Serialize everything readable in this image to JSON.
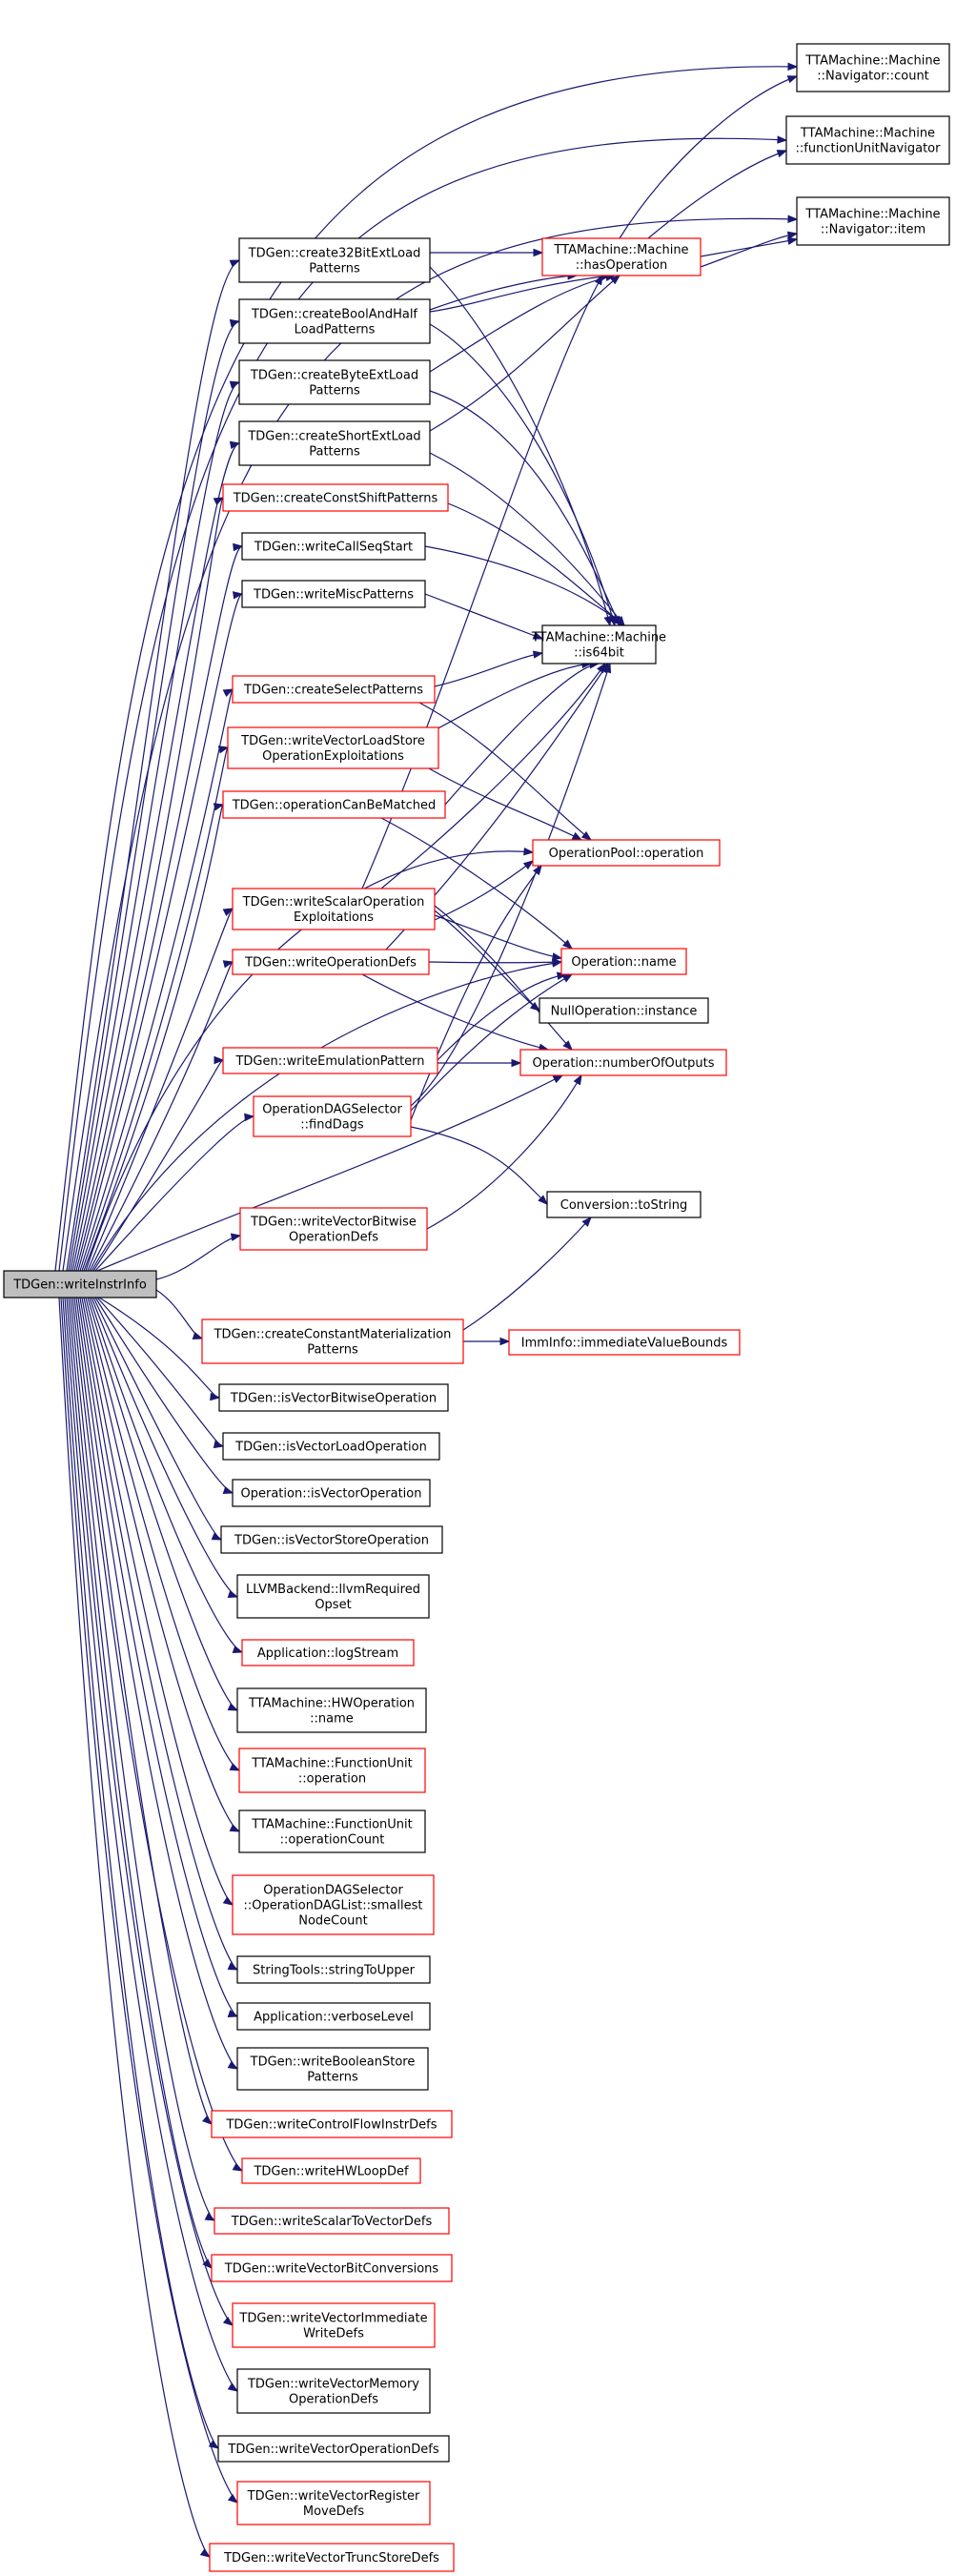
{
  "graph": {
    "edge_color": "#191970",
    "nodes": [
      {
        "id": "root",
        "lines": [
          "TDGen::writeInstrInfo"
        ],
        "style": "root",
        "interactable": false
      },
      {
        "id": "nav_count",
        "lines": [
          "TTAMachine::Machine",
          "::Navigator::count"
        ],
        "style": "black",
        "interactable": true
      },
      {
        "id": "fu_nav",
        "lines": [
          "TTAMachine::Machine",
          "::functionUnitNavigator"
        ],
        "style": "black",
        "interactable": true
      },
      {
        "id": "nav_item",
        "lines": [
          "TTAMachine::Machine",
          "::Navigator::item"
        ],
        "style": "black",
        "interactable": true
      },
      {
        "id": "c32",
        "lines": [
          "TDGen::create32BitExtLoad",
          "Patterns"
        ],
        "style": "black",
        "interactable": true
      },
      {
        "id": "hasop",
        "lines": [
          "TTAMachine::Machine",
          "::hasOperation"
        ],
        "style": "red",
        "interactable": true
      },
      {
        "id": "cbool",
        "lines": [
          "TDGen::createBoolAndHalf",
          "LoadPatterns"
        ],
        "style": "black",
        "interactable": true
      },
      {
        "id": "cbyte",
        "lines": [
          "TDGen::createByteExtLoad",
          "Patterns"
        ],
        "style": "black",
        "interactable": true
      },
      {
        "id": "cshort",
        "lines": [
          "TDGen::createShortExtLoad",
          "Patterns"
        ],
        "style": "black",
        "interactable": true
      },
      {
        "id": "cconst",
        "lines": [
          "TDGen::createConstShiftPatterns"
        ],
        "style": "red",
        "interactable": true
      },
      {
        "id": "wcall",
        "lines": [
          "TDGen::writeCallSeqStart"
        ],
        "style": "black",
        "interactable": true
      },
      {
        "id": "wmisc",
        "lines": [
          "TDGen::writeMiscPatterns"
        ],
        "style": "black",
        "interactable": true
      },
      {
        "id": "is64",
        "lines": [
          "TTAMachine::Machine",
          "::is64bit"
        ],
        "style": "black",
        "interactable": true
      },
      {
        "id": "csel",
        "lines": [
          "TDGen::createSelectPatterns"
        ],
        "style": "red",
        "interactable": true
      },
      {
        "id": "wvls",
        "lines": [
          "TDGen::writeVectorLoadStore",
          "OperationExploitations"
        ],
        "style": "red",
        "interactable": true
      },
      {
        "id": "opcbm",
        "lines": [
          "TDGen::operationCanBeMatched"
        ],
        "style": "red",
        "interactable": true
      },
      {
        "id": "oppool",
        "lines": [
          "OperationPool::operation"
        ],
        "style": "red",
        "interactable": true
      },
      {
        "id": "wsoe",
        "lines": [
          "TDGen::writeScalarOperation",
          "Exploitations"
        ],
        "style": "red",
        "interactable": true
      },
      {
        "id": "opname",
        "lines": [
          "Operation::name"
        ],
        "style": "red",
        "interactable": true
      },
      {
        "id": "wopdefs",
        "lines": [
          "TDGen::writeOperationDefs"
        ],
        "style": "red",
        "interactable": true
      },
      {
        "id": "nullinst",
        "lines": [
          "NullOperation::instance"
        ],
        "style": "black",
        "interactable": true
      },
      {
        "id": "wemul",
        "lines": [
          "TDGen::writeEmulationPattern"
        ],
        "style": "red",
        "interactable": true
      },
      {
        "id": "numout",
        "lines": [
          "Operation::numberOfOutputs"
        ],
        "style": "red",
        "interactable": true
      },
      {
        "id": "finddags",
        "lines": [
          "OperationDAGSelector",
          "::findDags"
        ],
        "style": "red",
        "interactable": true
      },
      {
        "id": "convstr",
        "lines": [
          "Conversion::toString"
        ],
        "style": "black",
        "interactable": true
      },
      {
        "id": "wvbw",
        "lines": [
          "TDGen::writeVectorBitwise",
          "OperationDefs"
        ],
        "style": "red",
        "interactable": true
      },
      {
        "id": "ccmp",
        "lines": [
          "TDGen::createConstantMaterialization",
          "Patterns"
        ],
        "style": "red",
        "interactable": true
      },
      {
        "id": "immbounds",
        "lines": [
          "ImmInfo::immediateValueBounds"
        ],
        "style": "red",
        "interactable": true
      },
      {
        "id": "isvbw",
        "lines": [
          "TDGen::isVectorBitwiseOperation"
        ],
        "style": "black",
        "interactable": true
      },
      {
        "id": "isvlo",
        "lines": [
          "TDGen::isVectorLoadOperation"
        ],
        "style": "black",
        "interactable": true
      },
      {
        "id": "opisvec",
        "lines": [
          "Operation::isVectorOperation"
        ],
        "style": "black",
        "interactable": true
      },
      {
        "id": "isvso",
        "lines": [
          "TDGen::isVectorStoreOperation"
        ],
        "style": "black",
        "interactable": true
      },
      {
        "id": "llvmreq",
        "lines": [
          "LLVMBackend::llvmRequired",
          "Opset"
        ],
        "style": "black",
        "interactable": true
      },
      {
        "id": "logstream",
        "lines": [
          "Application::logStream"
        ],
        "style": "red",
        "interactable": true
      },
      {
        "id": "hwopname",
        "lines": [
          "TTAMachine::HWOperation",
          "::name"
        ],
        "style": "black",
        "interactable": true
      },
      {
        "id": "fuop",
        "lines": [
          "TTAMachine::FunctionUnit",
          "::operation"
        ],
        "style": "red",
        "interactable": true
      },
      {
        "id": "fuopcount",
        "lines": [
          "TTAMachine::FunctionUnit",
          "::operationCount"
        ],
        "style": "black",
        "interactable": true
      },
      {
        "id": "smallest",
        "lines": [
          "OperationDAGSelector",
          "::OperationDAGList::smallest",
          "NodeCount"
        ],
        "style": "red",
        "interactable": true
      },
      {
        "id": "strupper",
        "lines": [
          "StringTools::stringToUpper"
        ],
        "style": "black",
        "interactable": true
      },
      {
        "id": "verbose",
        "lines": [
          "Application::verboseLevel"
        ],
        "style": "black",
        "interactable": true
      },
      {
        "id": "wbool",
        "lines": [
          "TDGen::writeBooleanStore",
          "Patterns"
        ],
        "style": "black",
        "interactable": true
      },
      {
        "id": "wcfi",
        "lines": [
          "TDGen::writeControlFlowInstrDefs"
        ],
        "style": "red",
        "interactable": true
      },
      {
        "id": "whwloop",
        "lines": [
          "TDGen::writeHWLoopDef"
        ],
        "style": "red",
        "interactable": true
      },
      {
        "id": "ws2v",
        "lines": [
          "TDGen::writeScalarToVectorDefs"
        ],
        "style": "red",
        "interactable": true
      },
      {
        "id": "wvbc",
        "lines": [
          "TDGen::writeVectorBitConversions"
        ],
        "style": "red",
        "interactable": true
      },
      {
        "id": "wvimm",
        "lines": [
          "TDGen::writeVectorImmediate",
          "WriteDefs"
        ],
        "style": "red",
        "interactable": true
      },
      {
        "id": "wvmem",
        "lines": [
          "TDGen::writeVectorMemory",
          "OperationDefs"
        ],
        "style": "black",
        "interactable": true
      },
      {
        "id": "wvop",
        "lines": [
          "TDGen::writeVectorOperationDefs"
        ],
        "style": "black",
        "interactable": true
      },
      {
        "id": "wvreg",
        "lines": [
          "TDGen::writeVectorRegister",
          "MoveDefs"
        ],
        "style": "red",
        "interactable": true
      },
      {
        "id": "wvtrunc",
        "lines": [
          "TDGen::writeVectorTruncStoreDefs"
        ],
        "style": "red",
        "interactable": true
      }
    ]
  }
}
